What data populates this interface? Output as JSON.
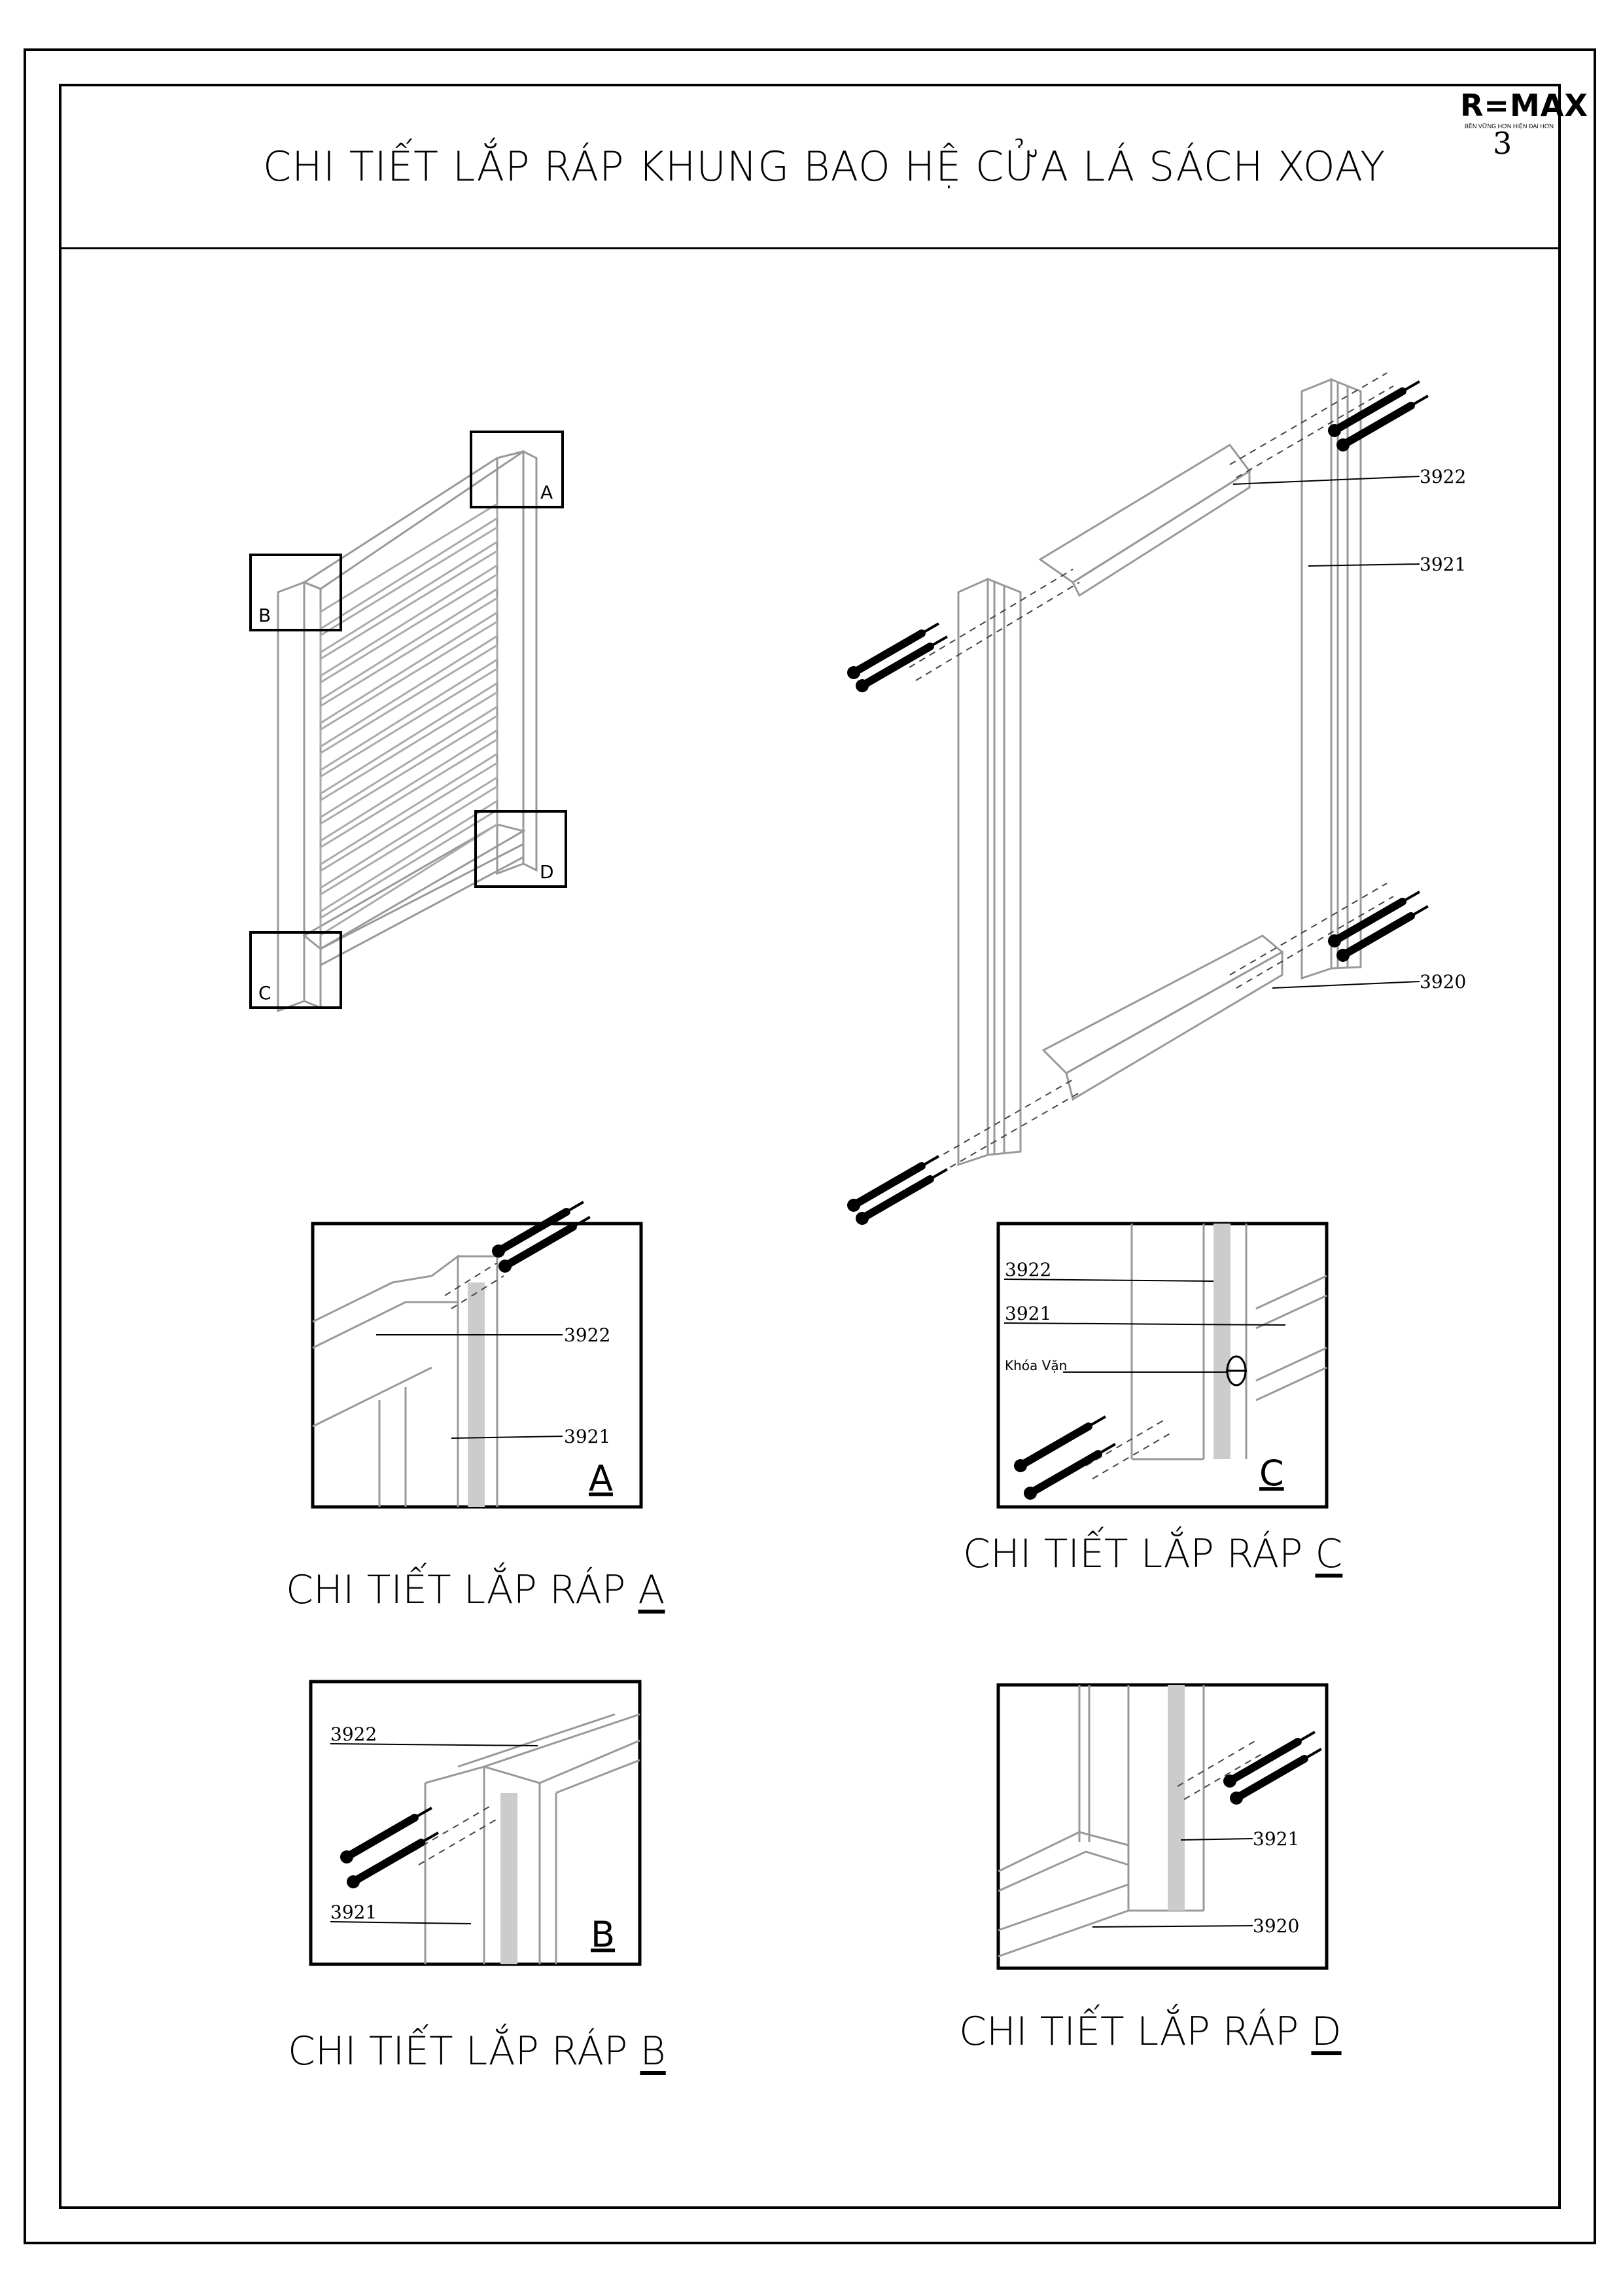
{
  "title": "CHI TIẾT  LẮP RÁP KHUNG BAO HỆ CỬA LÁ SÁCH XOAY",
  "logo": {
    "text": "R=MAX",
    "tagline": "BỀN VỮNG HƠN HIỆN ĐẠI HƠN"
  },
  "page_number": "3",
  "overview_labels": {
    "a": "A",
    "b": "B",
    "c": "C",
    "d": "D"
  },
  "exploded_labels": {
    "top_rail": "3922",
    "side_post": "3921",
    "bottom_rail": "3920"
  },
  "detail_a": {
    "letter": "A",
    "label_top": "3922",
    "label_post": "3921"
  },
  "detail_b": {
    "letter": "B",
    "label_top": "3922",
    "label_post": "3921"
  },
  "detail_c": {
    "letter": "C",
    "label_top": "3922",
    "label_post": "3921",
    "label_lock": "Khóa Vặn"
  },
  "detail_d": {
    "letter": "D",
    "label_post": "3921",
    "label_bottom": "3920"
  },
  "captions": {
    "prefix": "CHI TIẾT  LẮP RÁP ",
    "a": "A",
    "b": "B",
    "c": "C",
    "d": "D"
  }
}
